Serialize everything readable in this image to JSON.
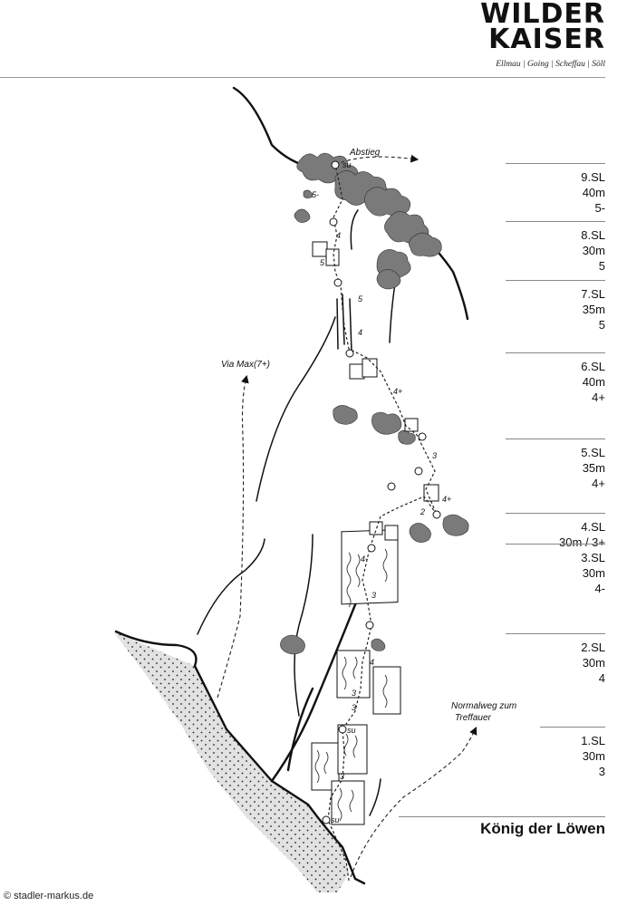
{
  "logo": {
    "line1": "WILDER",
    "line2": "KAISER",
    "towns": "Ellmau | Going | Scheffau | Söll"
  },
  "route_name": "König der Löwen",
  "credit": "© stadler-markus.de",
  "annotations": {
    "descent": "Abstieg",
    "via_max": "Via Max(7+)",
    "normalweg_line1": "Normalweg zum",
    "normalweg_line2": "Treffauer"
  },
  "anchor_label": "su",
  "pitches": [
    {
      "pitch": "9.SL",
      "length": "40m",
      "grade": "5-"
    },
    {
      "pitch": "8.SL",
      "length": "30m",
      "grade": "5"
    },
    {
      "pitch": "7.SL",
      "length": "35m",
      "grade": "5"
    },
    {
      "pitch": "6.SL",
      "length": "40m",
      "grade": "4+"
    },
    {
      "pitch": "5.SL",
      "length": "35m",
      "grade": "4+"
    },
    {
      "pitch": "4.SL",
      "length": "30m / 3+",
      "grade": ""
    },
    {
      "pitch": "3.SL",
      "length": "30m",
      "grade": "4-"
    },
    {
      "pitch": "2.SL",
      "length": "30m",
      "grade": "4"
    },
    {
      "pitch": "1.SL",
      "length": "30m",
      "grade": "3"
    }
  ],
  "topo_grades": [
    "5-",
    "4",
    "5",
    "5",
    "4",
    "4+",
    "3",
    "4+",
    "2",
    "4-",
    "3",
    "4",
    "3",
    "3",
    "3"
  ]
}
